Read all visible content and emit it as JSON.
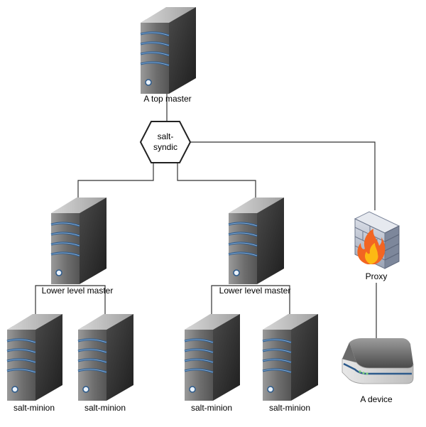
{
  "nodes": {
    "top_master": {
      "label": "A top master"
    },
    "syndic": {
      "label_line1": "salt-",
      "label_line2": "syndic"
    },
    "lower_master_left": {
      "label": "Lower level master"
    },
    "lower_master_right": {
      "label": "Lower level master"
    },
    "minion_1": {
      "label": "salt-minion"
    },
    "minion_2": {
      "label": "salt-minion"
    },
    "minion_3": {
      "label": "salt-minion"
    },
    "minion_4": {
      "label": "salt-minion"
    },
    "proxy": {
      "label": "Proxy"
    },
    "device": {
      "label": "A device"
    }
  },
  "colors": {
    "server_dark": "#3a3a3a",
    "server_light": "#8c8c8c",
    "stripe_blue": "#2d5b8c",
    "connector": "#333333",
    "fire": "#f26522"
  }
}
